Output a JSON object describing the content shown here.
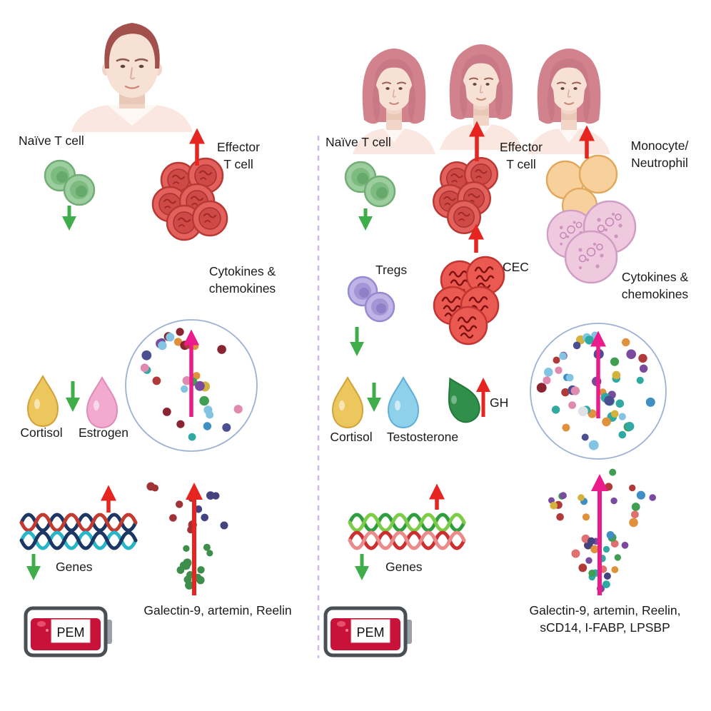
{
  "left": {
    "labels": {
      "naive": "Naïve T cell",
      "effector": "Effector\nT cell",
      "cytokines": "Cytokines &\nchemokines",
      "cortisol": "Cortisol",
      "estrogen": "Estrogen",
      "genes": "Genes",
      "biomarkers": "Galectin-9, artemin, Reelin",
      "pem": "PEM"
    }
  },
  "right": {
    "labels": {
      "naive": "Naïve T cell",
      "effector": "Effector\nT cell",
      "monocyte": "Monocyte/\nNeutrophil",
      "tregs": "Tregs",
      "cec": "CEC",
      "cytokines": "Cytokines &\nchemokines",
      "cortisol": "Cortisol",
      "testosterone": "Testosterone",
      "gh": "GH",
      "genes": "Genes",
      "biomarkers": "Galectin-9, artemin, Reelin,\nsCD14, I-FABP, LPSBP",
      "pem": "PEM"
    }
  },
  "colors": {
    "arrow_up_red": "#e62420",
    "arrow_down_green": "#3fae4a",
    "arrow_up_magenta": "#ec1b8c",
    "divider_purple": "#cfb8e2",
    "battery_red": "#c9123a",
    "naive_cell_green": "#9ccd9e",
    "effector_cell_red": "#e4605c",
    "treg_cell_purple": "#c0b4e6",
    "monocyte_orange": "#f8d09c",
    "neutrophil_pink": "#efcadf",
    "cec_cell_red": "#ea5a52",
    "cortisol_yellow": "#ecc75e",
    "estrogen_pink": "#f2abce",
    "testosterone_blue": "#8fd0ea",
    "gh_green": "#2f8f4b",
    "cytokine_palette": [
      "#3f8fc4",
      "#2fa9a2",
      "#b03a3a",
      "#3f9e52",
      "#e0913c",
      "#dfe3e8",
      "#4a4f92",
      "#e08ab0",
      "#d4b23e",
      "#82c4e2",
      "#7a4a9e",
      "#8a2430"
    ],
    "scatter_left_palette": [
      "#a03336",
      "#44437f",
      "#3d8e4b"
    ],
    "scatter_right_palette": [
      "#b03a3a",
      "#3f8fc4",
      "#3f9e52",
      "#e0913c",
      "#2fa9a2",
      "#7a4a9e",
      "#d4b23e",
      "#44437f",
      "#e07070"
    ]
  }
}
